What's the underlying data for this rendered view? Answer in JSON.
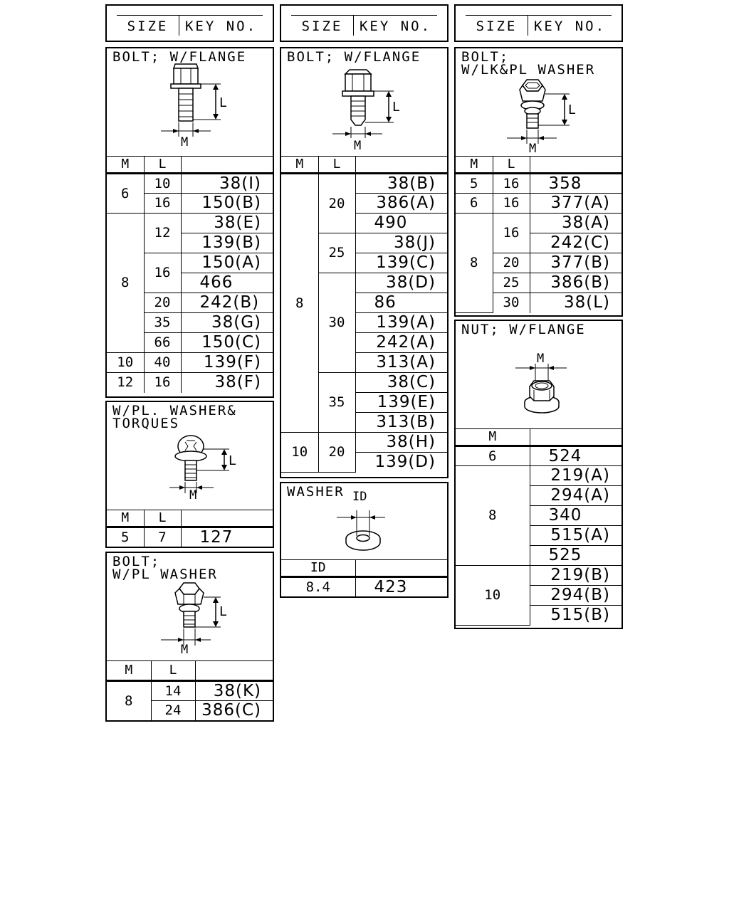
{
  "header": {
    "size_label": "SIZE",
    "key_label": "KEY NO."
  },
  "col1": {
    "bolt_flange": {
      "title": "BOLT; W/FLANGE",
      "dim_l": "L",
      "dim_m": "M",
      "th_m": "M",
      "th_l": "L",
      "groups": [
        {
          "m": "6",
          "rows": [
            {
              "l": "10",
              "keys": [
                "38(I)"
              ]
            },
            {
              "l": "16",
              "keys": [
                "150(B)"
              ]
            }
          ]
        },
        {
          "m": "8",
          "rows": [
            {
              "l": "12",
              "keys": [
                "38(E)",
                "139(B)"
              ]
            },
            {
              "l": "16",
              "keys": [
                "150(A)",
                "466"
              ]
            },
            {
              "l": "20",
              "keys": [
                "242(B)"
              ]
            },
            {
              "l": "35",
              "keys": [
                "38(G)"
              ]
            },
            {
              "l": "66",
              "keys": [
                "150(C)"
              ]
            }
          ]
        },
        {
          "m": "10",
          "rows": [
            {
              "l": "40",
              "keys": [
                "139(F)"
              ]
            }
          ]
        },
        {
          "m": "12",
          "rows": [
            {
              "l": "16",
              "keys": [
                "38(F)"
              ]
            }
          ]
        }
      ]
    },
    "pl_washer_torques": {
      "title": "W/PL. WASHER&\nTORQUES",
      "dim_l": "L",
      "dim_m": "M",
      "th_m": "M",
      "th_l": "L",
      "m": "5",
      "l": "7",
      "key": "127"
    },
    "bolt_pl_washer": {
      "title": "BOLT;\nW/PL WASHER",
      "dim_l": "L",
      "dim_m": "M",
      "th_m": "M",
      "th_l": "L",
      "m": "8",
      "rows": [
        {
          "l": "14",
          "key": "38(K)"
        },
        {
          "l": "24",
          "key": "386(C)"
        }
      ]
    }
  },
  "col2": {
    "bolt_flange": {
      "title": "BOLT; W/FLANGE",
      "dim_l": "L",
      "dim_m": "M",
      "th_m": "M",
      "th_l": "L",
      "m8": "8",
      "m10": "10",
      "l20": "20",
      "l25": "25",
      "l30": "30",
      "l35": "35",
      "l20b": "20",
      "k20": [
        "38(B)",
        "386(A)",
        "490"
      ],
      "k25": [
        "38(J)",
        "139(C)"
      ],
      "k30": [
        "38(D)",
        "86",
        "139(A)",
        "242(A)",
        "313(A)"
      ],
      "k35": [
        "38(C)",
        "139(E)",
        "313(B)"
      ],
      "k1020": [
        "38(H)",
        "139(D)"
      ]
    },
    "washer": {
      "title": "WASHER",
      "dim_id": "ID",
      "th_id": "ID",
      "id": "8.4",
      "key": "423"
    }
  },
  "col3": {
    "bolt_lk_pl": {
      "title": "BOLT;\nW/LK&PL WASHER",
      "dim_l": "L",
      "dim_m": "M",
      "th_m": "M",
      "th_l": "L",
      "r5": {
        "m": "5",
        "l": "16",
        "key": "358"
      },
      "r6": {
        "m": "6",
        "l": "16",
        "key": "377(A)"
      },
      "m8": "8",
      "l16": "16",
      "k16": [
        "38(A)",
        "242(C)"
      ],
      "r20": {
        "l": "20",
        "key": "377(B)"
      },
      "r25": {
        "l": "25",
        "key": "386(B)"
      },
      "r30": {
        "l": "30",
        "key": "38(L)"
      }
    },
    "nut_flange": {
      "title": "NUT; W/FLANGE",
      "dim_m": "M",
      "th_m": "M",
      "m6": "6",
      "k6": "524",
      "m8": "8",
      "k8": [
        "219(A)",
        "294(A)",
        "340",
        "515(A)",
        "525"
      ],
      "m10": "10",
      "k10": [
        "219(B)",
        "294(B)",
        "515(B)"
      ]
    }
  }
}
